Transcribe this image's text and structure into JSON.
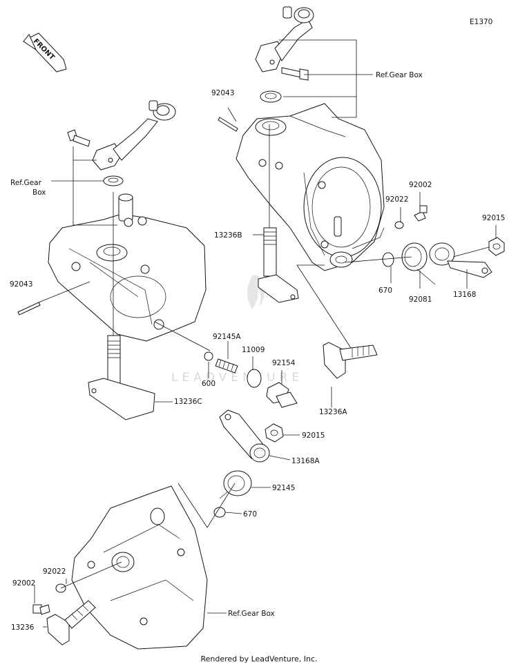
{
  "page_code": "E1370",
  "front_label": "FRONT",
  "footer": "Rendered by LeadVenture, Inc.",
  "watermark": "LEADVENTURE",
  "labels": {
    "ref_gear_box_top": "Ref.Gear Box",
    "ref_gear_box_left_1": "Ref.Gear",
    "ref_gear_box_left_2": "Box",
    "ref_gear_box_bottom": "Ref.Gear Box",
    "p92043_top": "92043",
    "p92043_left": "92043",
    "p13236B": "13236B",
    "p92002_right": "92002",
    "p92022_right": "92022",
    "p92015_right": "92015",
    "p670_right": "670",
    "p92081": "92081",
    "p13168": "13168",
    "p92145A": "92145A",
    "p11009": "11009",
    "p92154": "92154",
    "p600": "600",
    "p13236C": "13236C",
    "p13236A": "13236A",
    "p92015_mid": "92015",
    "p13168A": "13168A",
    "p92145": "92145",
    "p670_mid": "670",
    "p92022_bottom": "92022",
    "p92002_bottom": "92002",
    "p13236": "13236"
  }
}
